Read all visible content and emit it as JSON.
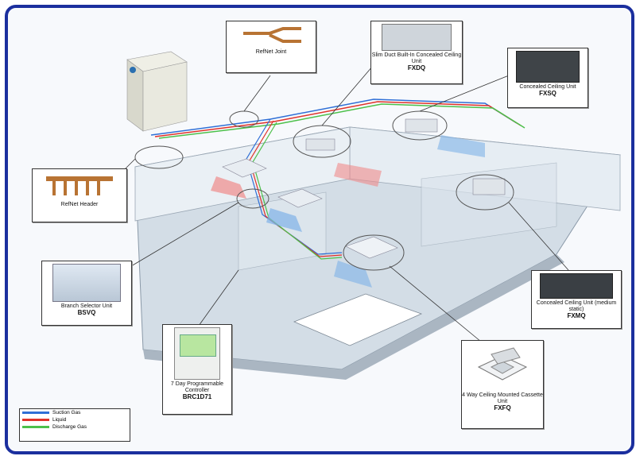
{
  "colors": {
    "frame": "#1b2f9e",
    "suction_gas": "#2f6fd6",
    "liquid": "#e0322a",
    "discharge_gas": "#4cc04a"
  },
  "callouts": {
    "refnet_joint": {
      "name": "RefNet Joint"
    },
    "fxdq": {
      "name": "Slim Duct Built-In Concealed Ceiling Unit",
      "code": "FXDQ"
    },
    "fxsq": {
      "name": "Concealed Ceiling Unit",
      "code": "FXSQ"
    },
    "refnet_header": {
      "name": "RefNet Header"
    },
    "bsvq": {
      "name": "Branch Selector Unit",
      "code": "BSVQ"
    },
    "fxmq": {
      "name": "Concealed Ceiling Unit (medium static)",
      "code": "FXMQ"
    },
    "brc1d71": {
      "name": "7 Day Programmable Controller",
      "code": "BRC1D71"
    },
    "fxfq": {
      "name": "4 Way Ceiling Mounted Cassette Unit",
      "code": "FXFQ"
    }
  },
  "legend": [
    {
      "label": "Suction Gas",
      "color": "#2f6fd6"
    },
    {
      "label": "Liquid",
      "color": "#e0322a"
    },
    {
      "label": "Discharge Gas",
      "color": "#4cc04a"
    }
  ]
}
